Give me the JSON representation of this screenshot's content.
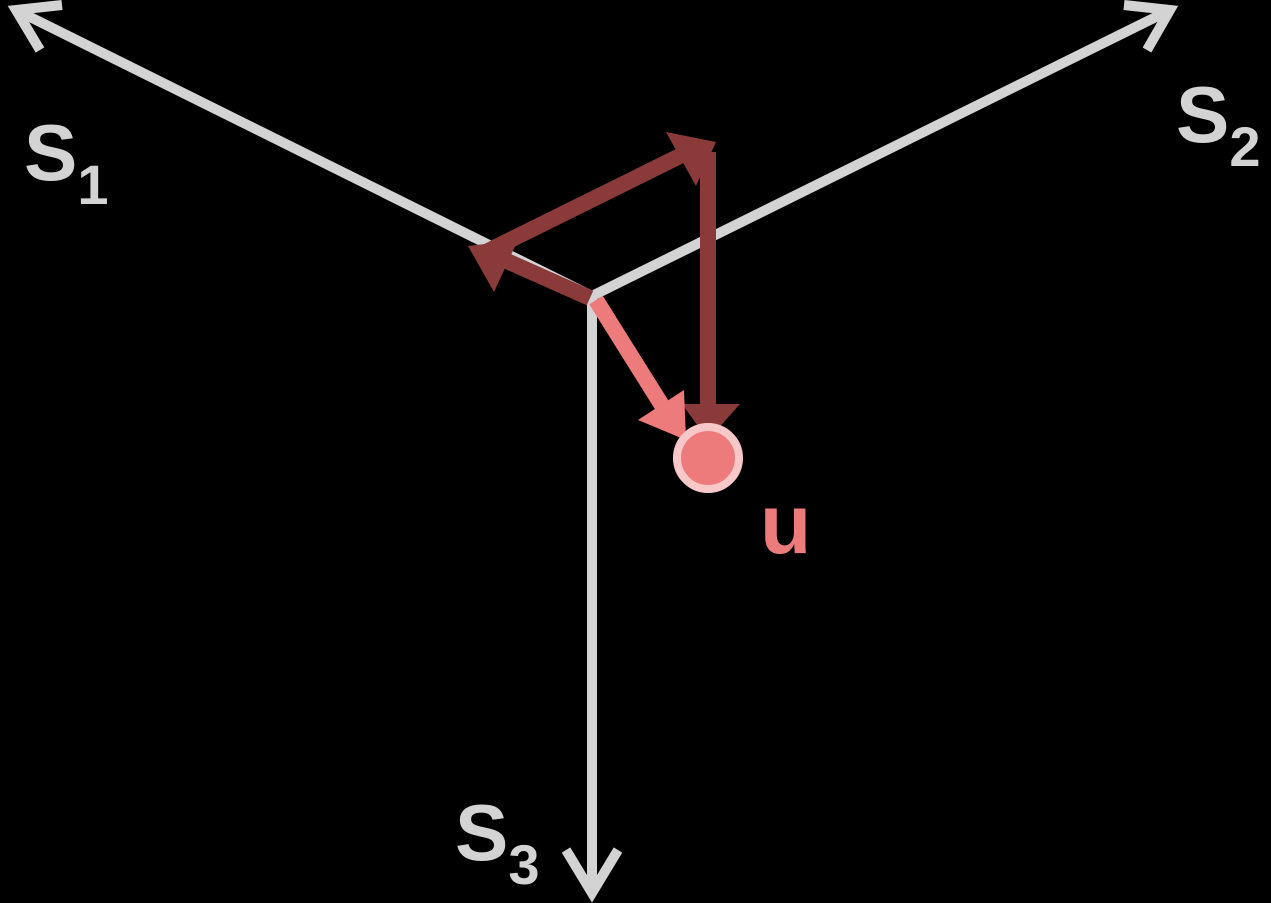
{
  "background_color": "#000000",
  "colors": {
    "axis": "#d3d3d3",
    "component_arrows": "#8b3a3a",
    "vector_arrow": "#ee7b7b",
    "point_fill": "#ee7b7b",
    "point_ring": "#f8c8c8",
    "point_label": "#ee7b7b"
  },
  "axes": [
    {
      "name": "S1",
      "letter": "S",
      "subscript": "1"
    },
    {
      "name": "S2",
      "letter": "S",
      "subscript": "2"
    },
    {
      "name": "S3",
      "letter": "S",
      "subscript": "3"
    }
  ],
  "point": {
    "label": "u"
  }
}
